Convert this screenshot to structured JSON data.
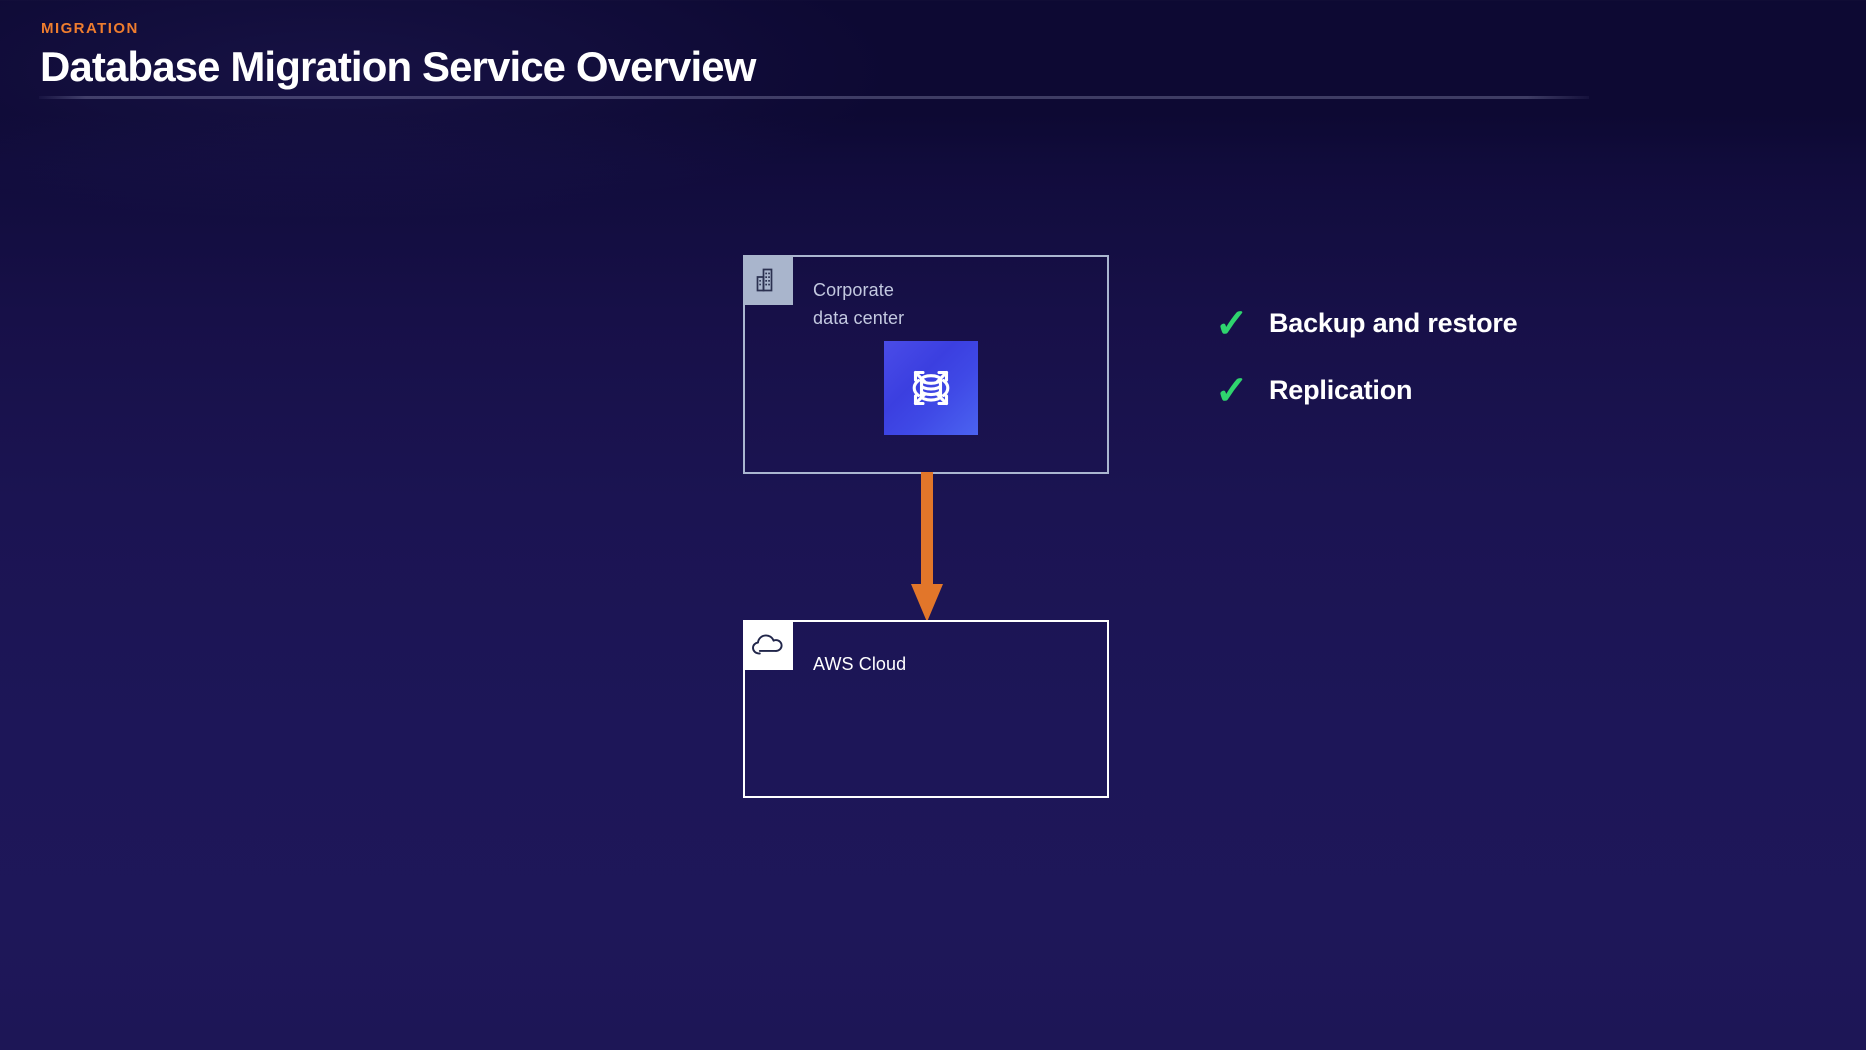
{
  "header": {
    "eyebrow": "MIGRATION",
    "title": "Database Migration Service Overview",
    "eyebrow_color": "#ef7d2e",
    "title_color": "#ffffff"
  },
  "diagram": {
    "boxes": [
      {
        "id": "corporate-data-center",
        "label": "Corporate\ndata center",
        "icon": "building-icon",
        "border_color": "#aab6d0",
        "badge_color": "#a9b5cc",
        "label_color": "#c3c9e0"
      },
      {
        "id": "aws-cloud",
        "label": "AWS Cloud",
        "icon": "cloud-icon",
        "border_color": "#ffffff",
        "badge_color": "#ffffff",
        "label_color": "#ffffff"
      }
    ],
    "service_icon": {
      "name": "aws-database-migration-service-icon",
      "gradient_from": "#4a4ce8",
      "gradient_to": "#4b63f0"
    },
    "arrow": {
      "name": "migration-flow-arrow",
      "direction": "down",
      "color": "#e2762a"
    }
  },
  "features": {
    "check_color": "#2fd46e",
    "check_glyph": "✓",
    "items": [
      {
        "label": "Backup and restore"
      },
      {
        "label": "Replication"
      }
    ]
  },
  "theme": {
    "bg_top": "#0d0933",
    "bg_bottom": "#1d1658",
    "divider": "#b0b2d6"
  }
}
